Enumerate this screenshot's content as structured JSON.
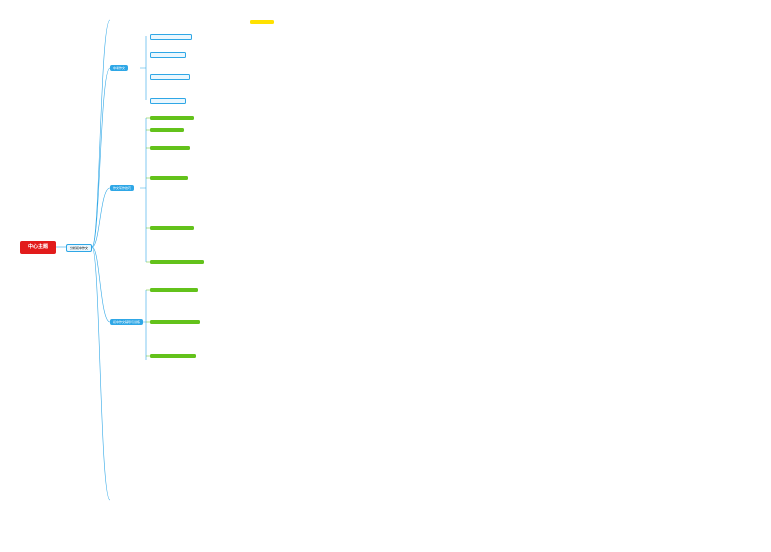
{
  "root": {
    "label": "中心主题"
  },
  "main_branch": {
    "label": "分析初中作文"
  },
  "branches": [
    {
      "label": "作文写作技巧"
    },
    {
      "label": "初中作文辅导与训练"
    },
    {
      "label": "中考作文"
    }
  ],
  "colors": {
    "root": "#e21b1b",
    "blue": "#2fa7e6",
    "green": "#63c21b",
    "yellow": "#ffe100",
    "line": "#2fa7e6"
  }
}
